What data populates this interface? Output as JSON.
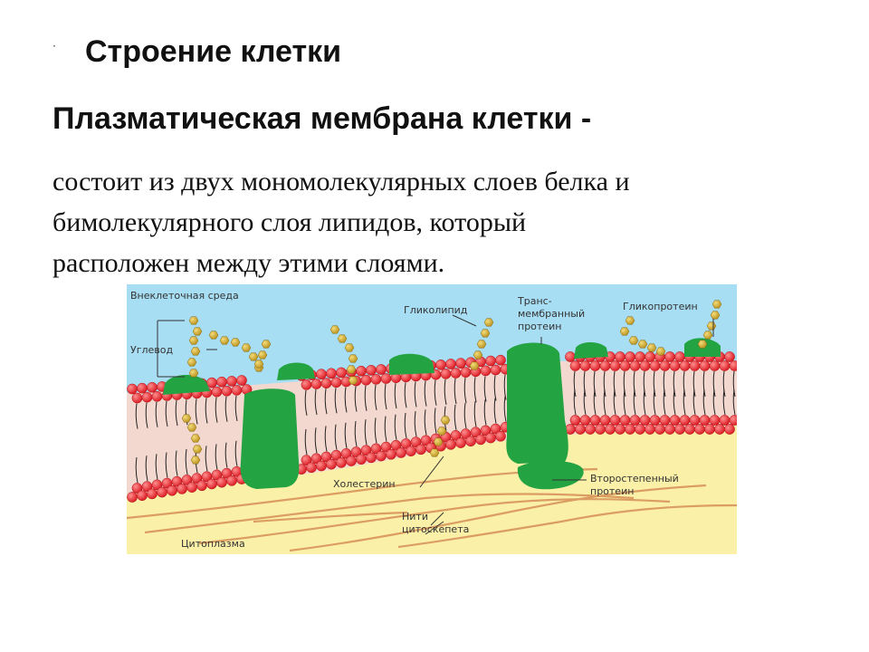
{
  "slide": {
    "bullet_glyph": "·",
    "heading": "Строение клетки",
    "subheading": "Плазматическая мембрана клетки -",
    "body_lines": [
      "состоит из двух мономолекулярных слоев белка и",
      "бимолекулярного слоя липидов, который",
      "расположен между этими слоями."
    ]
  },
  "diagram": {
    "labels": {
      "extracellular": "Внеклеточная среда",
      "carbohydrate": "Углевод",
      "glycolipid": "Гликолипид",
      "transmembrane_1": "Транс-",
      "transmembrane_2": "мембранный",
      "transmembrane_3": "протеин",
      "glycoprotein": "Гликопротеин",
      "cholesterol": "Холестерин",
      "peripheral_1": "Второстепенный",
      "peripheral_2": "протеин",
      "filaments_1": "Нити",
      "filaments_2": "цитоскепета",
      "cytoplasm": "Цитоплазма"
    },
    "colors": {
      "extracellular": "#a8def3",
      "cytoplasm": "#fbf0a8",
      "heads": "#e8262d",
      "protein": "#23a342",
      "sugar": "#d9b43a",
      "filament": "#e0a46a"
    }
  }
}
